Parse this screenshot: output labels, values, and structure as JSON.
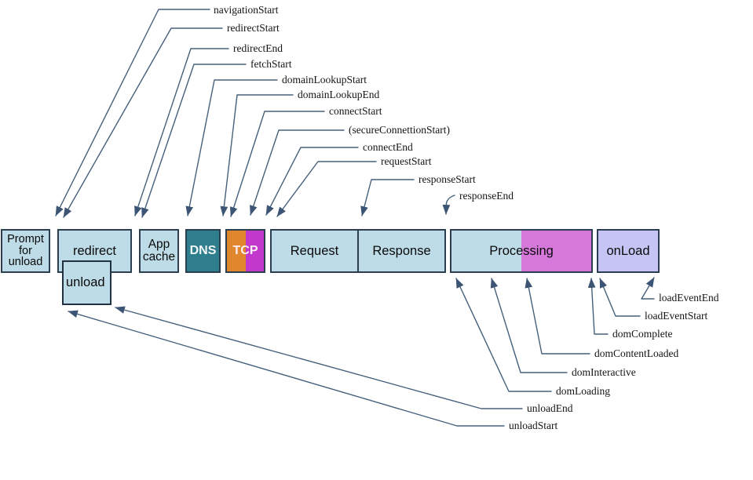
{
  "diagram": {
    "subject": "navigation-timing-processing-model",
    "boxes": [
      {
        "id": "prompt-for-unload",
        "label": "Prompt for unload"
      },
      {
        "id": "redirect",
        "label": "redirect"
      },
      {
        "id": "unload",
        "label": "unload"
      },
      {
        "id": "app-cache",
        "label": "App cache"
      },
      {
        "id": "dns",
        "label": "DNS"
      },
      {
        "id": "tcp",
        "label": "TCP"
      },
      {
        "id": "request",
        "label": "Request"
      },
      {
        "id": "response",
        "label": "Response"
      },
      {
        "id": "processing",
        "label": "Processing"
      },
      {
        "id": "onload",
        "label": "onLoad"
      }
    ],
    "top_events": [
      "navigationStart",
      "redirectStart",
      "redirectEnd",
      "fetchStart",
      "domainLookupStart",
      "domainLookupEnd",
      "connectStart",
      "(secureConnettionStart)",
      "connectEnd",
      "requestStart",
      "responseStart",
      "responseEnd"
    ],
    "bottom_events": [
      "loadEventEnd",
      "loadEventStart",
      "domComplete",
      "domContentLoaded",
      "domInteractive",
      "domLoading",
      "unloadEnd",
      "unloadStart"
    ],
    "colors": {
      "box_fill": "#bedce7",
      "dns_fill": "#2e7e8e",
      "tcp_orange": "#e0862c",
      "tcp_magenta": "#c238cc",
      "processing_violet": "#d678d9",
      "onload_fill": "#c5c4f5",
      "box_border": "#2c3e50",
      "leader_line": "#46607c",
      "background": "#ffffff"
    }
  }
}
